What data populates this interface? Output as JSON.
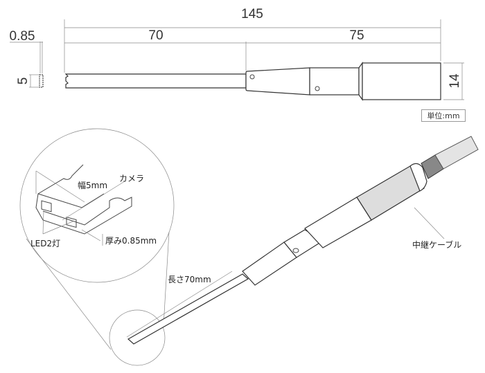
{
  "dimensions": {
    "total_length": "145",
    "shaft_length": "70",
    "handle_length": "75",
    "thickness": "0.85",
    "width": "5",
    "handle_diameter": "14"
  },
  "unit_label": "単位:mm",
  "callouts": {
    "camera": "カメラ",
    "width": "幅5mm",
    "leds": "LED2灯",
    "thickness": "厚み0.85mm",
    "length": "長さ70mm",
    "relay_cable": "中継ケーブル"
  }
}
